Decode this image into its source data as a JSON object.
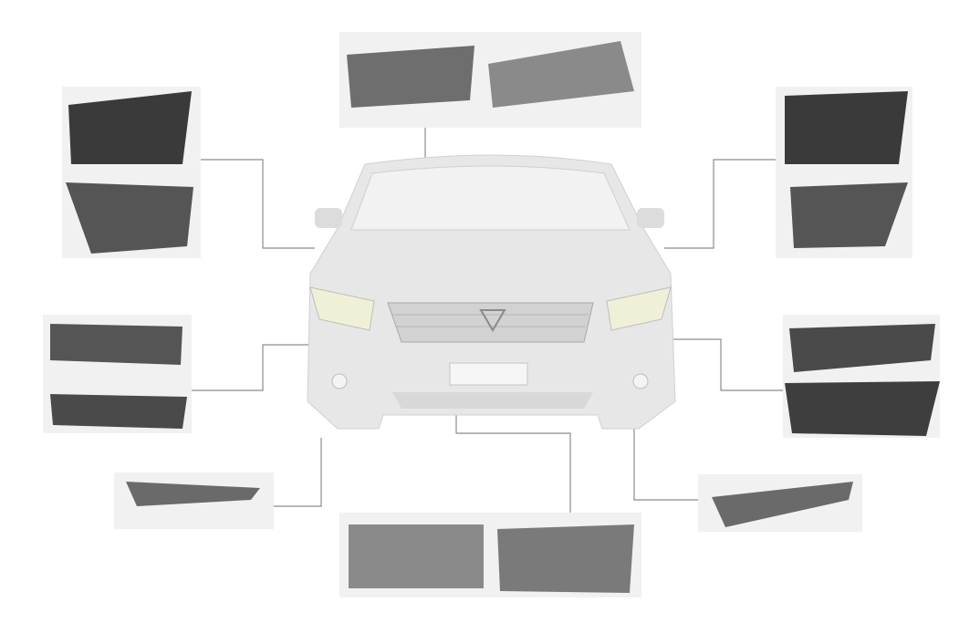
{
  "colors": {
    "background": "#ffffff",
    "connector": "#8c8c8c",
    "part_dark": "#3a3a3a",
    "part_mid": "#6e6e6e",
    "part_bg": "#f1f1f1",
    "car_body": "#e6e6e6",
    "car_shadow": "#cfcfcf"
  },
  "icons": [
    "car-image",
    "door-panel-image",
    "bumper-image",
    "console-image",
    "mold-image"
  ]
}
